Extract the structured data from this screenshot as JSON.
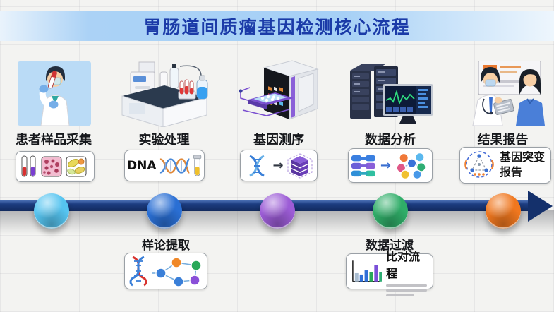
{
  "title": {
    "text": "胃肠道间质瘤基因检测核心流程",
    "color": "#1b3ba8",
    "banner_color": "#a6d0f6"
  },
  "steps": [
    {
      "label": "患者样品采集"
    },
    {
      "label": "实验处理",
      "box_text": "DNA"
    },
    {
      "label": "基因测序"
    },
    {
      "label": "数据分析"
    },
    {
      "label": "结果报告",
      "box_text": "基因突变报告"
    }
  ],
  "timeline": {
    "bar_color": "#14306b",
    "dot_colors": [
      "#55c4f0",
      "#2a6fd4",
      "#9c5cd6",
      "#2fad68",
      "#f0771e"
    ]
  },
  "sub_steps": [
    {
      "label": "样论提取"
    },
    {
      "label": "数据过滤",
      "box_text": "比对流程"
    }
  ]
}
